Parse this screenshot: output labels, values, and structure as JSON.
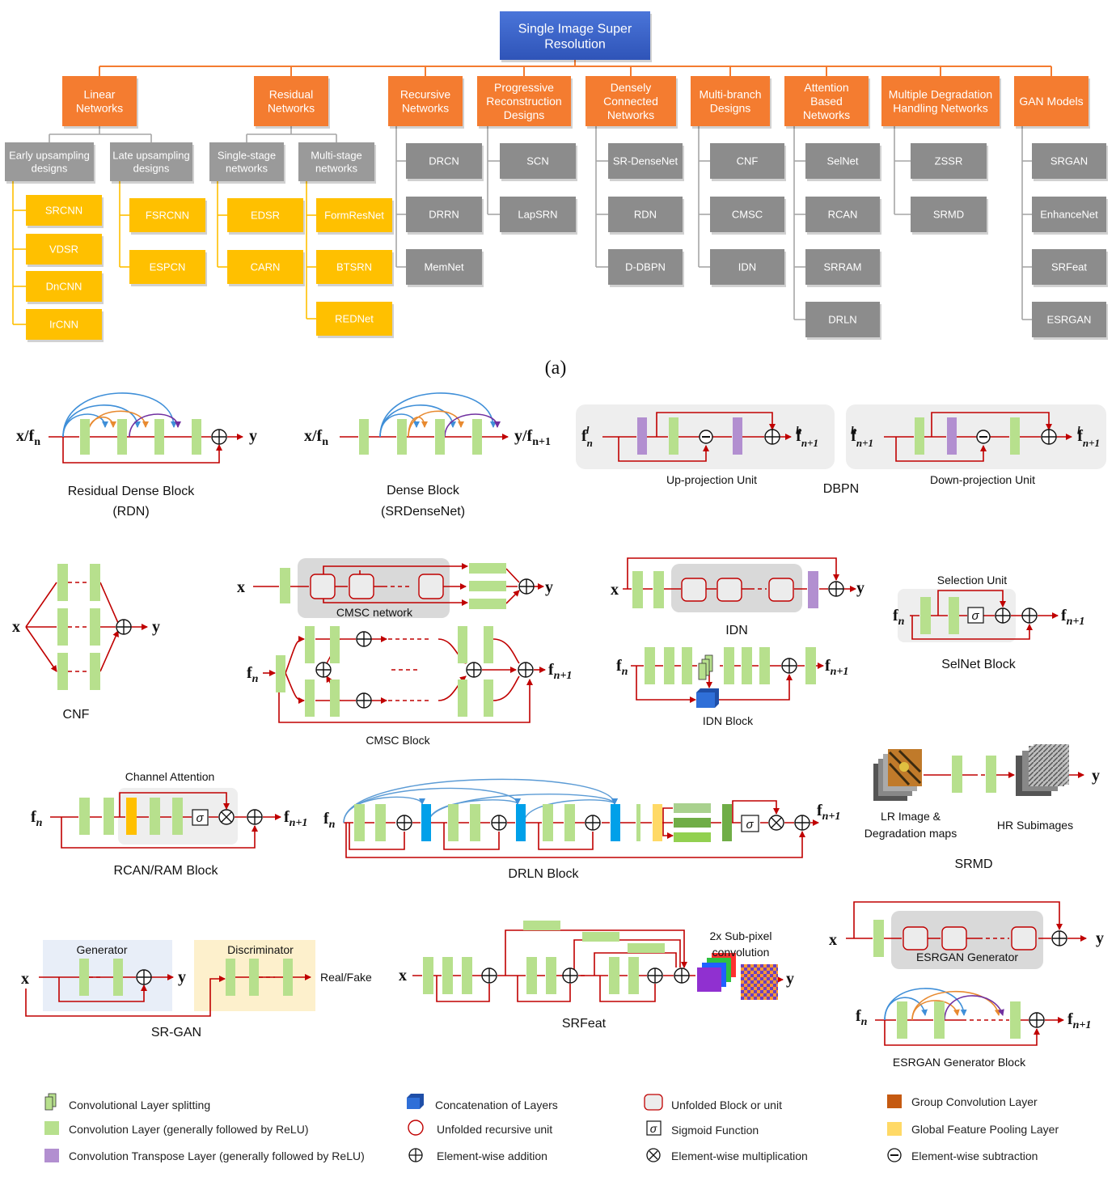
{
  "taxonomy": {
    "root": "Single Image Super\nResolution",
    "caption": "(a)",
    "categories": [
      {
        "label": "Linear\nNetworks"
      },
      {
        "label": "Residual\nNetworks"
      },
      {
        "label": "Recursive\nNetworks"
      },
      {
        "label": "Progressive\nReconstruction\nDesigns"
      },
      {
        "label": "Densely\nConnected\nNetworks"
      },
      {
        "label": "Multi-branch\nDesigns"
      },
      {
        "label": "Attention\nBased\nNetworks"
      },
      {
        "label": "Multiple Degradation\nHandling Networks"
      },
      {
        "label": "GAN Models"
      }
    ],
    "subcategories": [
      {
        "label": "Early upsampling\ndesigns"
      },
      {
        "label": "Late upsampling\ndesigns"
      },
      {
        "label": "Single-stage\nnetworks"
      },
      {
        "label": "Multi-stage\nnetworks"
      }
    ],
    "leaves_yellow": [
      "SRCNN",
      "VDSR",
      "DnCNN",
      "IrCNN",
      "FSRCNN",
      "ESPCN",
      "EDSR",
      "CARN",
      "FormResNet",
      "BTSRN",
      "REDNet"
    ],
    "leaves_gray": [
      "DRCN",
      "DRRN",
      "MemNet",
      "SCN",
      "LapSRN",
      "SR-DenseNet",
      "RDN",
      "D-DBPN",
      "CNF",
      "CMSC",
      "IDN",
      "SelNet",
      "RCAN",
      "SRRAM",
      "DRLN",
      "ZSSR",
      "SRMD",
      "SRGAN",
      "EnhanceNet",
      "SRFeat",
      "ESRGAN"
    ]
  },
  "blocks": {
    "rdn": {
      "title": "Residual Dense Block",
      "subtitle": "(RDN)",
      "input": "x/f",
      "input_sub": "n",
      "output": "y"
    },
    "srdense": {
      "title": "Dense Block",
      "subtitle": "(SRDenseNet)",
      "input": "x/f",
      "input_sub": "n",
      "output": "y/f",
      "output_sub": "n+1"
    },
    "dbpn": {
      "title": "DBPN",
      "up_label": "Up-projection Unit",
      "down_label": "Down-projection Unit",
      "f": "f",
      "n": "n",
      "n1": "n+1",
      "l": "l",
      "h": "h"
    },
    "cnf": {
      "title": "CNF",
      "input": "x",
      "output": "y"
    },
    "cmsc": {
      "network_label": "CMSC network",
      "block_label": "CMSC Block",
      "input": "x",
      "output": "y",
      "f": "f",
      "n": "n",
      "n1": "n+1"
    },
    "idn": {
      "title": "IDN",
      "block_label": "IDN Block",
      "input": "x",
      "output": "y",
      "f": "f",
      "n": "n",
      "n1": "n+1"
    },
    "selnet": {
      "unit_label": "Selection Unit",
      "block_label": "SelNet Block",
      "f": "f",
      "n": "n",
      "n1": "n+1",
      "sigma": "σ"
    },
    "rcan": {
      "attention_label": "Channel Attention",
      "block_label": "RCAN/RAM Block",
      "f": "f",
      "n": "n",
      "n1": "n+1",
      "sigma": "σ"
    },
    "drln": {
      "block_label": "DRLN Block",
      "f": "f",
      "n": "n",
      "n1": "n+1",
      "sigma": "σ"
    },
    "srmd": {
      "title": "SRMD",
      "lr_label_1": "LR Image  &",
      "lr_label_2": "Degradation maps",
      "hr_label": "HR Subimages",
      "output": "y"
    },
    "srgan": {
      "title": "SR-GAN",
      "generator": "Generator",
      "discriminator": "Discriminator",
      "input": "x",
      "output": "y",
      "result": "Real/Fake"
    },
    "srfeat": {
      "title": "SRFeat",
      "subpixel_1": "2x Sub-pixel",
      "subpixel_2": "convolution",
      "input": "x",
      "output": "y"
    },
    "esrgan": {
      "generator_label": "ESRGAN Generator",
      "block_label": "ESRGAN Generator Block",
      "input": "x",
      "output": "y",
      "f": "f",
      "n": "n",
      "n1": "n+1"
    }
  },
  "legend": [
    {
      "icon": "conv-split-icon",
      "text": "Convolutional Layer splitting"
    },
    {
      "icon": "conv-layer-icon",
      "text": "Convolution Layer (generally followed by ReLU)"
    },
    {
      "icon": "conv-transpose-icon",
      "text": "Convolution Transpose Layer (generally followed by ReLU)"
    },
    {
      "icon": "concat-icon",
      "text": "Concatenation of Layers"
    },
    {
      "icon": "recursive-unit-icon",
      "text": "Unfolded recursive unit"
    },
    {
      "icon": "add-icon",
      "text": "Element-wise addition"
    },
    {
      "icon": "unfolded-block-icon",
      "text": "Unfolded Block or unit"
    },
    {
      "icon": "sigmoid-icon",
      "text": "Sigmoid Function"
    },
    {
      "icon": "multiply-icon",
      "text": "Element-wise multiplication"
    },
    {
      "icon": "group-conv-icon",
      "text": "Group Convolution Layer"
    },
    {
      "icon": "global-pool-icon",
      "text": "Global Feature Pooling Layer"
    },
    {
      "icon": "subtract-icon",
      "text": "Element-wise subtraction"
    }
  ],
  "colors": {
    "root": "#3a62c9",
    "category": "#f47c30",
    "subcategory": "#9a9a9a",
    "leaf_yellow": "#ffc000",
    "leaf_gray": "#8c8c8c",
    "yellow_line": "#ffc000",
    "gray_line": "#a6a6a6",
    "orange_line": "#f47c30",
    "conv": "#b7e08d",
    "transpose": "#b28fd0",
    "concat": "#2f6fd8",
    "red": "#c00000",
    "panel": "#eeeeee",
    "dark_panel": "#d9d9d9",
    "group_conv": "#c55a11",
    "global_pool": "#ffd966",
    "blue_bar": "#00a0e9"
  }
}
